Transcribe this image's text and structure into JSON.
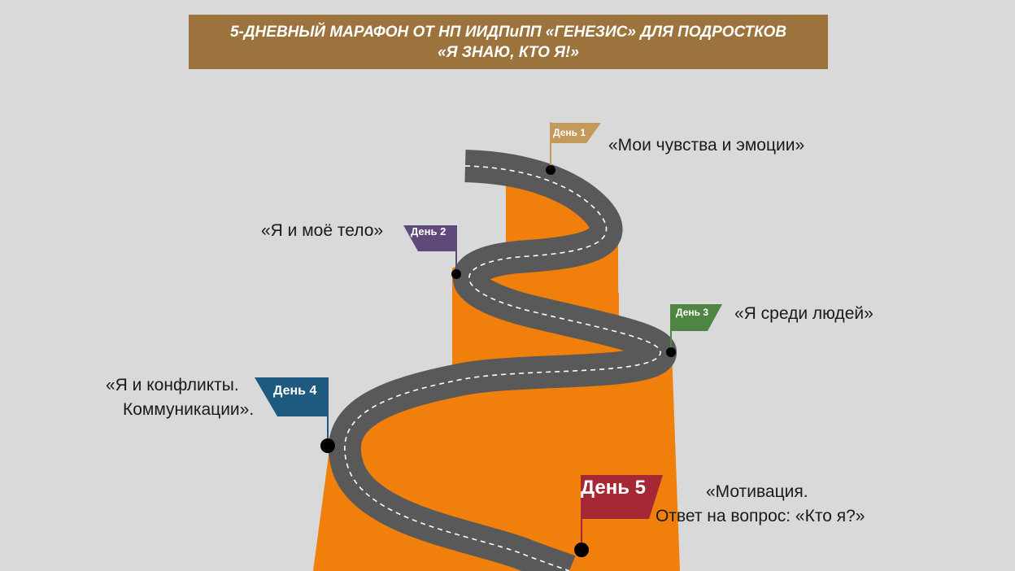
{
  "title": {
    "line1": "5-ДНЕВНЫЙ МАРАФОН ОТ НП ИИДПиПП «ГЕНЕЗИС» ДЛЯ ПОДРОСТКОВ",
    "line2": "«Я ЗНАЮ, КТО Я!»"
  },
  "colors": {
    "background": "#d9d9d9",
    "banner": "#9c733c",
    "mountain": "#f07f0b",
    "road": "#595959",
    "day1": "#c49a5c",
    "day2": "#5f497a",
    "day3": "#4e8542",
    "day4": "#1e5a80",
    "day5": "#a52834"
  },
  "days": [
    {
      "flag": "День 1",
      "caption": "«Мои чувства и эмоции»"
    },
    {
      "flag": "День 2",
      "caption": "«Я и моё тело»"
    },
    {
      "flag": "День 3",
      "caption": "«Я среди людей»"
    },
    {
      "flag": "День 4",
      "caption_line1": "«Я и конфликты.",
      "caption_line2": "Коммуникации»."
    },
    {
      "flag": "День 5",
      "caption_line1": "«Мотивация.",
      "caption_line2": "Ответ на вопрос: «Кто я?»"
    }
  ]
}
